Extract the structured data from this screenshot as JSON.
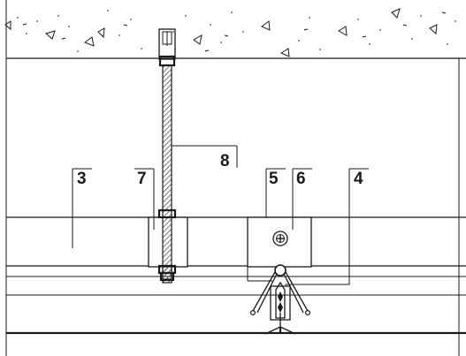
{
  "callouts": {
    "c3": "3",
    "c4": "4",
    "c5": "5",
    "c6": "6",
    "c7": "7",
    "c8": "8"
  },
  "colors": {
    "ink": "#1a1a1a",
    "hatch": "#555555",
    "background": "#ffffff"
  }
}
